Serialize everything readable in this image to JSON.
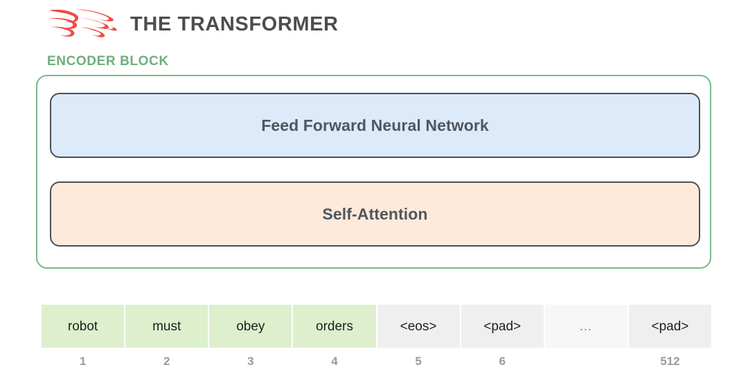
{
  "header": {
    "logo_icon": "flame-icon",
    "logo_color": "#ef4b44",
    "title": "THE TRANSFORMER",
    "title_color": "#4d4d4d"
  },
  "section": {
    "label": "ENCODER BLOCK",
    "label_color": "#6fae7c",
    "border_color": "#7bb88a"
  },
  "encoder": {
    "sublayers": [
      {
        "name": "feed-forward",
        "label": "Feed Forward Neural Network",
        "fill": "#ddeafa",
        "border": "#4a4f57"
      },
      {
        "name": "self-attention",
        "label": "Self-Attention",
        "fill": "#fdeada",
        "border": "#4a4f57"
      }
    ]
  },
  "tokens": {
    "cells": [
      {
        "text": "robot",
        "style": "green",
        "index": "1"
      },
      {
        "text": "must",
        "style": "green",
        "index": "2"
      },
      {
        "text": "obey",
        "style": "green",
        "index": "3"
      },
      {
        "text": "orders",
        "style": "green",
        "index": "4"
      },
      {
        "text": "<eos>",
        "style": "gray",
        "index": "5"
      },
      {
        "text": "<pad>",
        "style": "gray",
        "index": "6"
      },
      {
        "text": "…",
        "style": "faint",
        "index": ""
      },
      {
        "text": "<pad>",
        "style": "gray",
        "index": "512"
      }
    ],
    "green_fill": "#ddefcd",
    "gray_fill": "#efefef",
    "faint_fill": "#f7f7f7",
    "index_color": "#9a9a9a"
  }
}
